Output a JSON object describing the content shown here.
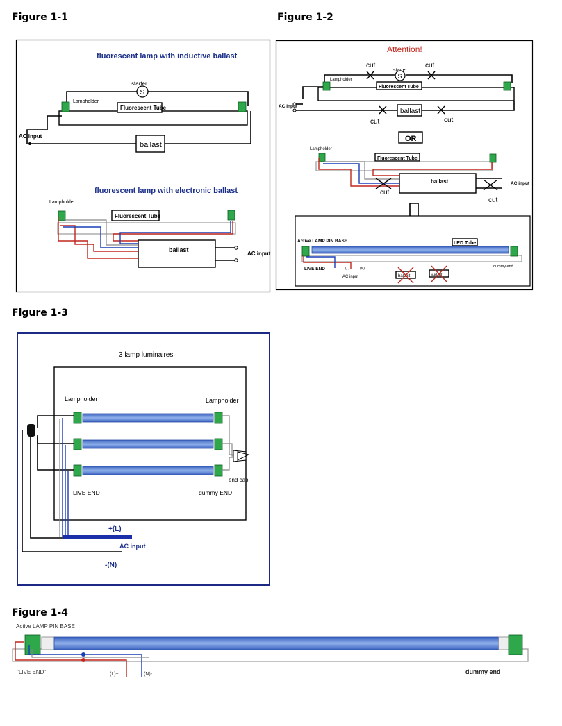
{
  "figures": {
    "fig1": {
      "label": "Figure 1-1",
      "top_title": "fluorescent lamp with inductive ballast",
      "starter": "starter",
      "starter_symbol": "S",
      "lampholder": "Lampholder",
      "tube": "Fluorescent Tube",
      "ac_input": "AC input",
      "ballast": "ballast",
      "bottom_title": "fluorescent lamp with electronic ballast",
      "lampholder2": "Lampholder",
      "tube2": "Fluorescent Tube",
      "ballast2": "ballast",
      "ac_input2": "AC input"
    },
    "fig2": {
      "label": "Figure 1-2",
      "attention": "Attention!",
      "cut": "cut",
      "starter": "starter",
      "starter_symbol": "S",
      "lampholder": "Lampholder",
      "tube": "Fluorescent Tube",
      "ac_input": "AC input",
      "ballast": "ballast",
      "or": "OR",
      "lampholder2": "Lampholder",
      "tube2": "Fluorescent Tube",
      "ballast2": "ballast",
      "ac_input2": "AC input",
      "active_base": "Active LAMP PIN BASE",
      "led_tube": "LED Tube",
      "live_end": "LIVE END",
      "pin_l": "(L)",
      "pin_n": "(N)",
      "ac_input3": "AC input",
      "ballast3": "ballast",
      "starter3": "starter",
      "dummy_end": "dummy end"
    },
    "fig3": {
      "label": "Figure 1-3",
      "title": "3  lamp luminaires",
      "lampholder_left": "Lampholder",
      "lampholder_right": "Lampholder",
      "end_cap": "end cap",
      "live_end": "LIVE END",
      "dummy_end": "dummy END",
      "plus_l": "+(L)",
      "ac_input": "AC input",
      "minus_n": "-(N)"
    },
    "fig4": {
      "label": "Figure 1-4",
      "active_base": "Active LAMP PIN BASE",
      "live_end": "\"LIVE END\"",
      "pin_l": "(L)+",
      "pin_n": "(N)-",
      "dummy_end": "dummy end"
    }
  },
  "colors": {
    "title_blue": "#1a2f8a",
    "attention_red": "#c0271d",
    "frame_navy": "#1c2a86",
    "holder_green": "#2ea84a",
    "led_blue": "#5b82cf"
  }
}
